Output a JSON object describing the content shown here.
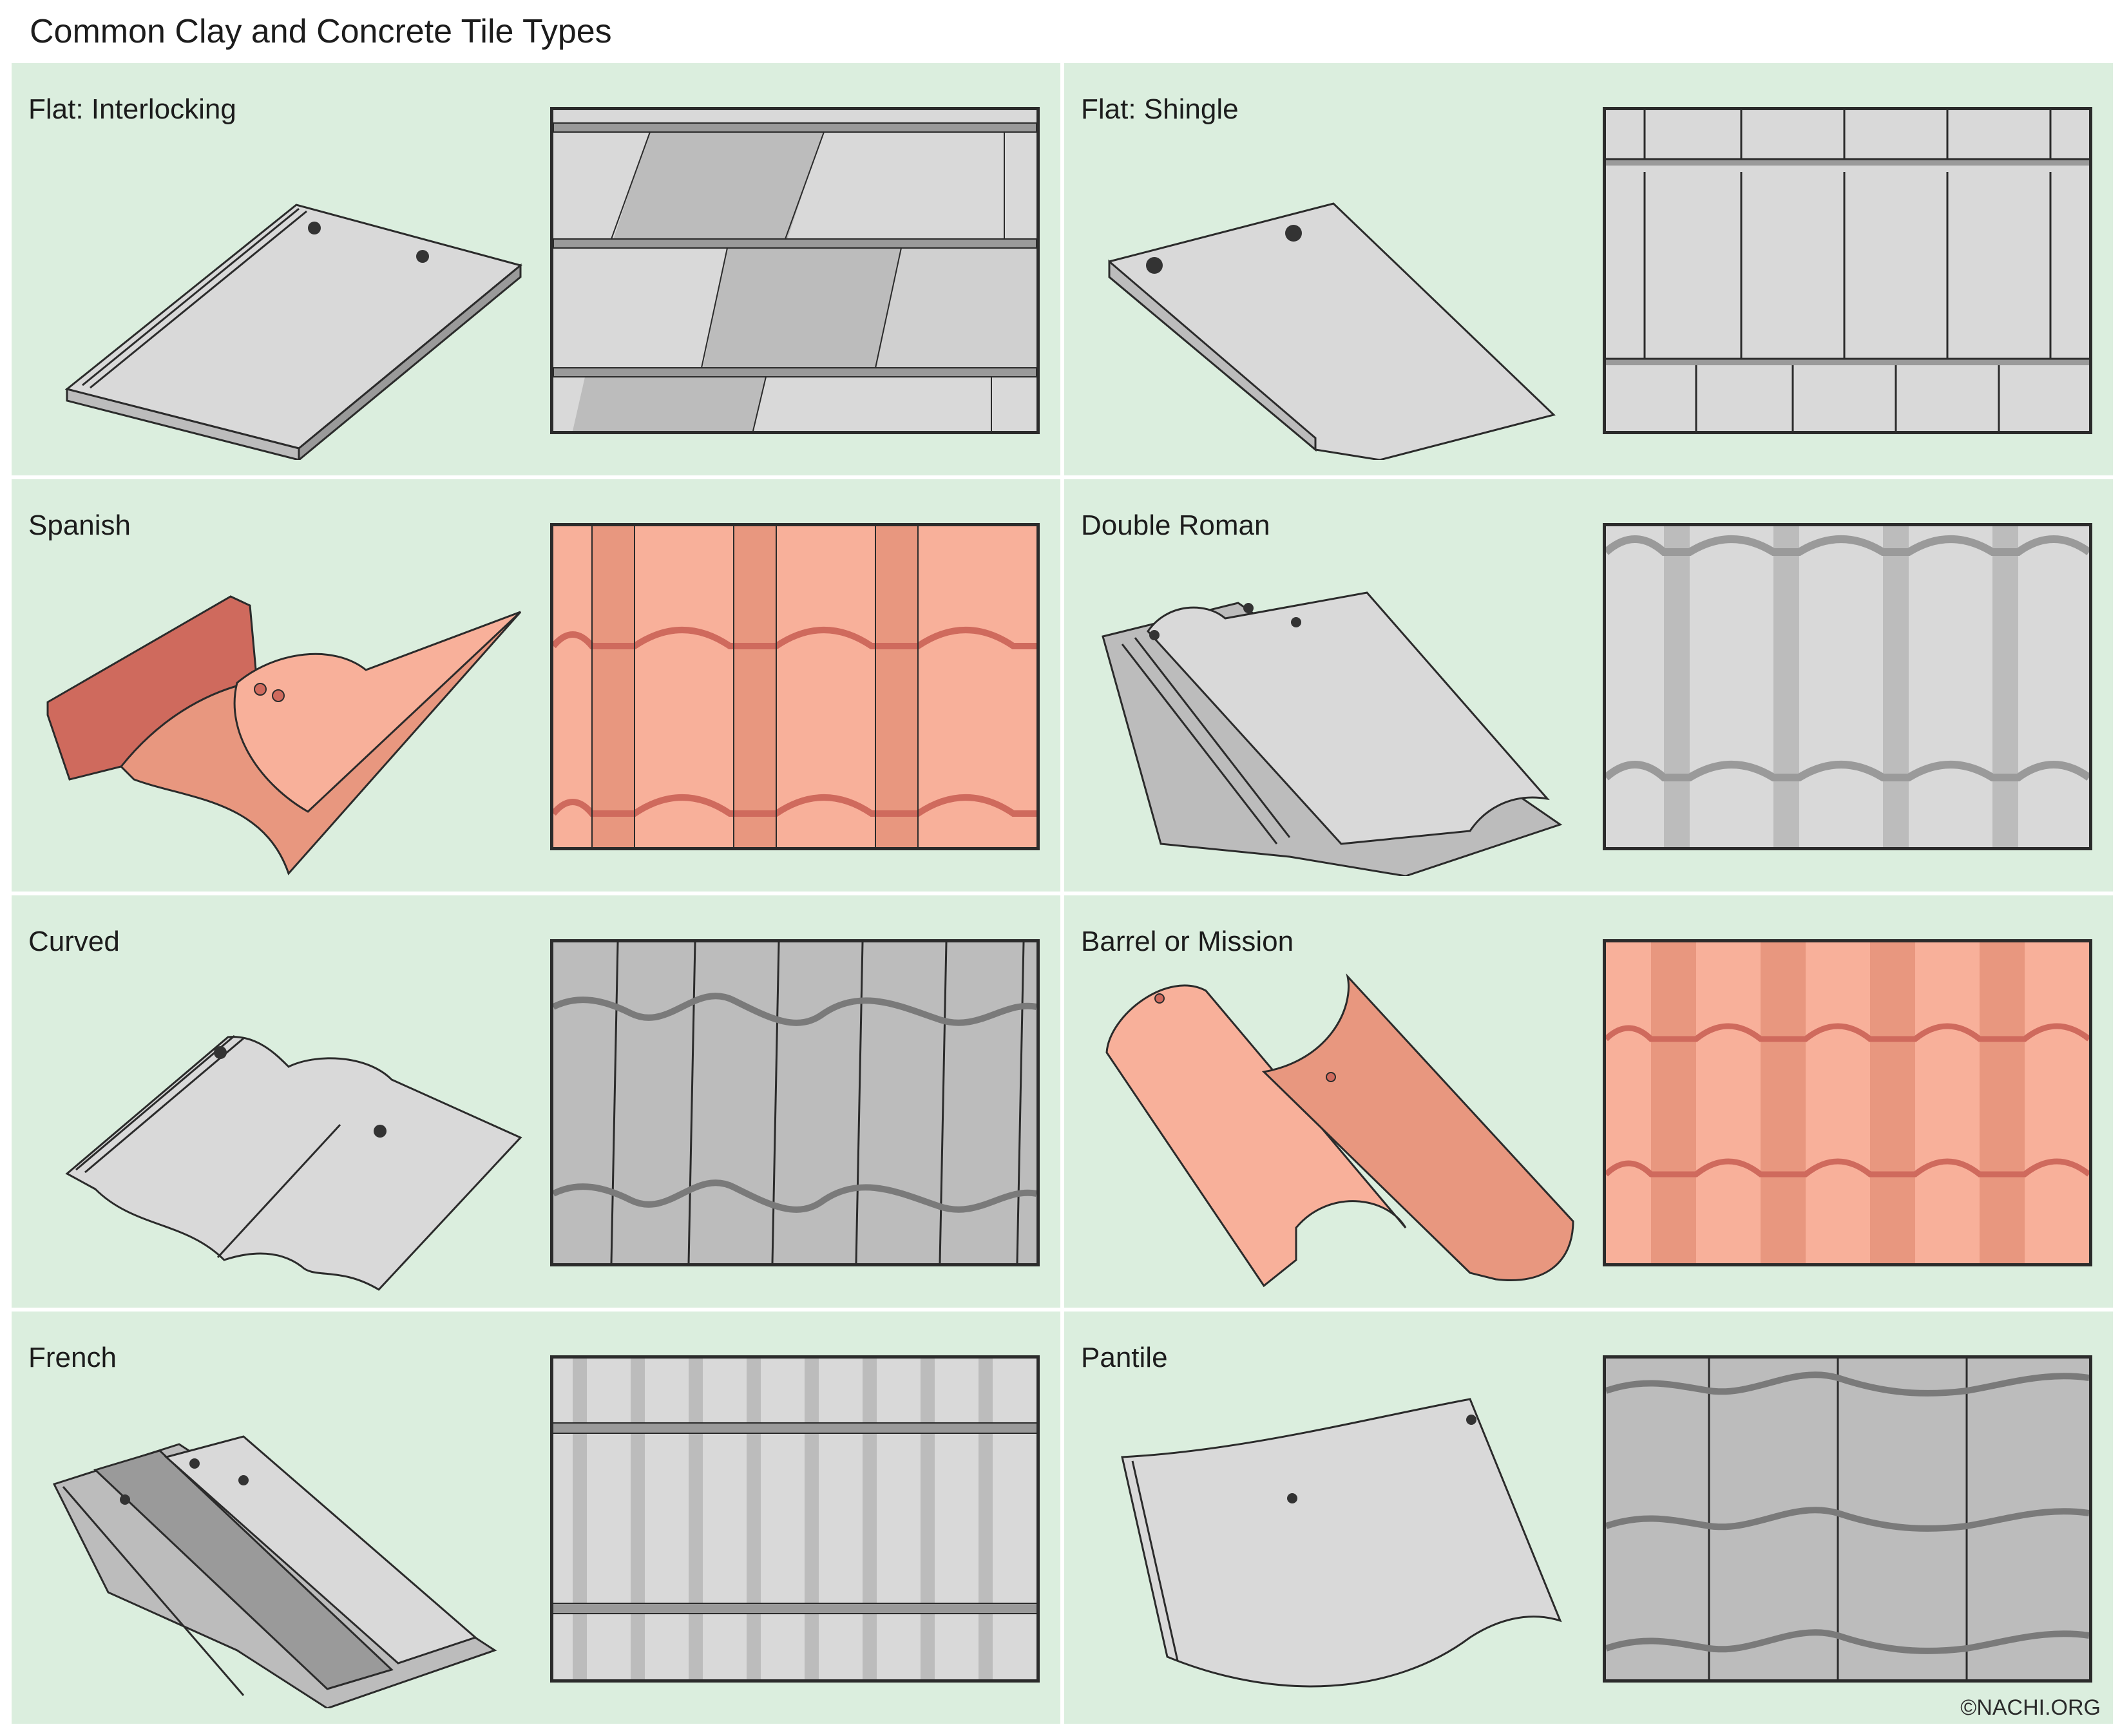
{
  "title": "Common Clay and Concrete Tile Types",
  "copyright": "©NACHI.ORG",
  "colors": {
    "panel_bg": "#dbeede",
    "gray_light": "#d9d9d9",
    "gray_mid": "#bcbcbc",
    "gray_dark": "#9a9a9a",
    "clay_light": "#f8b09a",
    "clay_mid": "#e8977f",
    "clay_dark": "#cf6a5d",
    "outline": "#2b2b2b"
  },
  "tiles": [
    {
      "label": "Flat: Interlocking"
    },
    {
      "label": "Flat: Shingle"
    },
    {
      "label": "Spanish"
    },
    {
      "label": "Double Roman"
    },
    {
      "label": "Curved"
    },
    {
      "label": "Barrel or Mission"
    },
    {
      "label": "French"
    },
    {
      "label": "Pantile"
    }
  ]
}
